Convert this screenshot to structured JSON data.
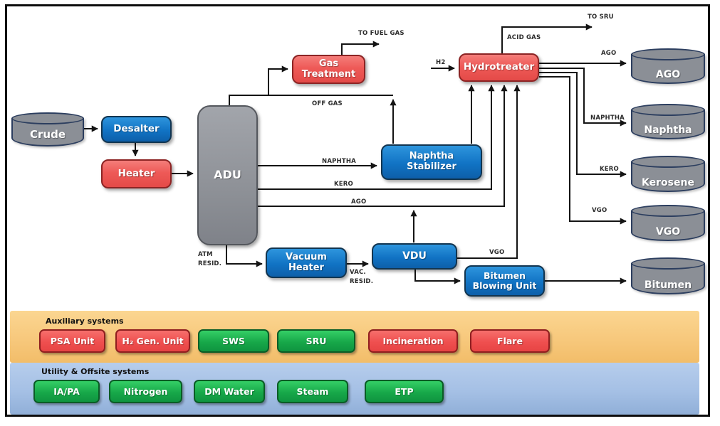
{
  "units": {
    "crude_tank": "Crude",
    "desalter": "Desalter",
    "heater": "Heater",
    "adu": "ADU",
    "gas_treatment": "Gas\nTreatment",
    "naphtha_stabilizer": "Naphtha\nStabilizer",
    "hydrotreater": "Hydrotreater",
    "vacuum_heater": "Vacuum\nHeater",
    "vdu": "VDU",
    "bitumen_blowing_unit": "Bitumen\nBlowing Unit"
  },
  "tanks": {
    "ago": "AGO",
    "naphtha": "Naphtha",
    "kerosene": "Kerosene",
    "vgo": "VGO",
    "bitumen": "Bitumen"
  },
  "streams": {
    "to_fuel_gas": "TO FUEL GAS",
    "off_gas": "OFF GAS",
    "naphtha_feed": "NAPHTHA",
    "kero_feed": "KERO",
    "ago_feed": "AGO",
    "atm_resid": "ATM\nRESID.",
    "vac_resid": "VAC.\nRESID.",
    "vgo_feed": "VGO",
    "h2": "H2",
    "acid_gas": "ACID GAS",
    "to_sru": "TO SRU",
    "ago_product": "AGO",
    "naphtha_product": "NAPHTHA",
    "kero_product": "KERO",
    "vgo_product": "VGO"
  },
  "panels": {
    "auxiliary": {
      "title": "Auxiliary systems",
      "buttons": [
        {
          "label": "PSA Unit",
          "color": "red"
        },
        {
          "label": "H₂ Gen. Unit",
          "color": "red"
        },
        {
          "label": "SWS",
          "color": "green"
        },
        {
          "label": "SRU",
          "color": "green"
        },
        {
          "label": "Incineration",
          "color": "red"
        },
        {
          "label": "Flare",
          "color": "red"
        }
      ]
    },
    "utility": {
      "title": "Utility & Offsite systems",
      "buttons": [
        {
          "label": "IA/PA",
          "color": "green"
        },
        {
          "label": "Nitrogen",
          "color": "green"
        },
        {
          "label": "DM Water",
          "color": "green"
        },
        {
          "label": "Steam",
          "color": "green"
        },
        {
          "label": "ETP",
          "color": "green"
        }
      ]
    }
  },
  "colors": {
    "red_unit": "#ee5a57",
    "blue_unit": "#1173c4",
    "gray_unit": "#8e9197",
    "green_button": "#17a849",
    "red_button": "#ef4f4f",
    "aux_band": "#f7c87c",
    "utility_band": "#a5c0e5",
    "line": "#141414"
  }
}
